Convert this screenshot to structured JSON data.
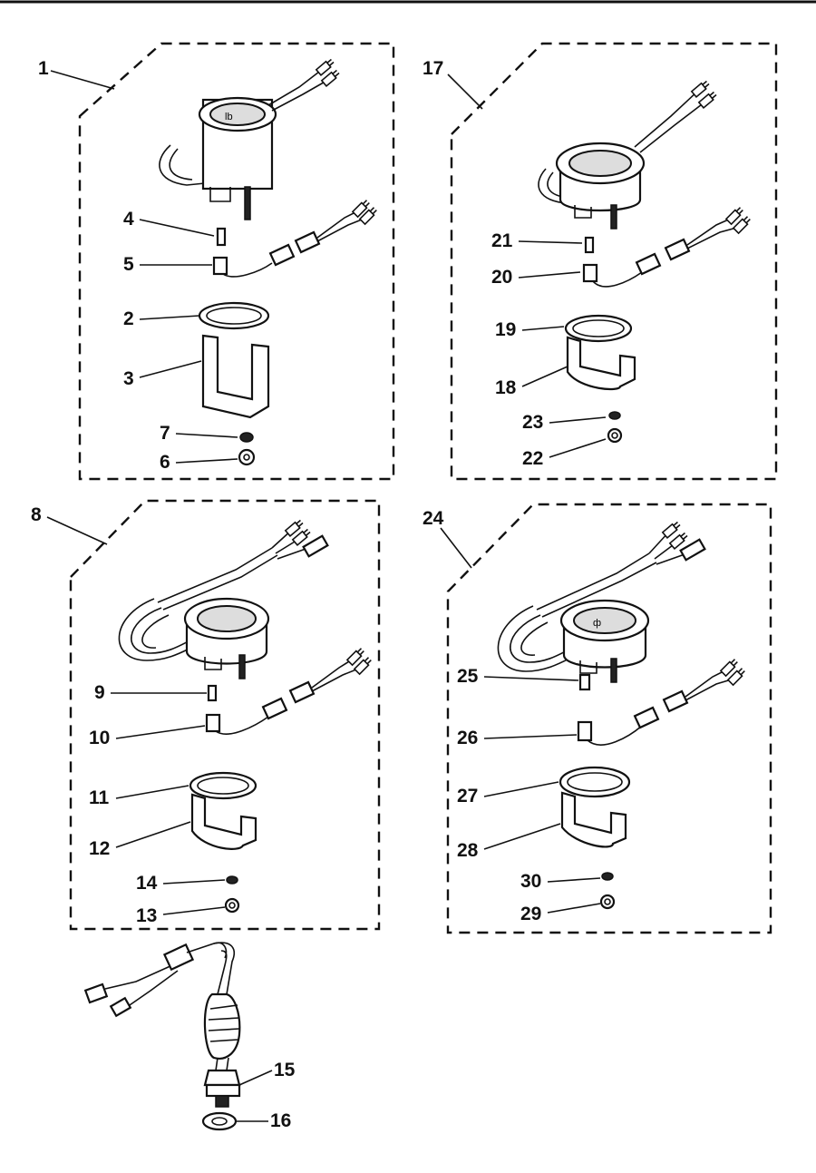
{
  "diagram": {
    "groups": [
      {
        "id": "group-1",
        "label": "1"
      },
      {
        "id": "group-17",
        "label": "17"
      },
      {
        "id": "group-8",
        "label": "8"
      },
      {
        "id": "group-24",
        "label": "24"
      }
    ],
    "callouts": {
      "c2": "2",
      "c3": "3",
      "c4": "4",
      "c5": "5",
      "c6": "6",
      "c7": "7",
      "c9": "9",
      "c10": "10",
      "c11": "11",
      "c12": "12",
      "c13": "13",
      "c14": "14",
      "c15": "15",
      "c16": "16",
      "c18": "18",
      "c19": "19",
      "c20": "20",
      "c21": "21",
      "c22": "22",
      "c23": "23",
      "c25": "25",
      "c26": "26",
      "c27": "27",
      "c28": "28",
      "c29": "29",
      "c30": "30"
    }
  }
}
